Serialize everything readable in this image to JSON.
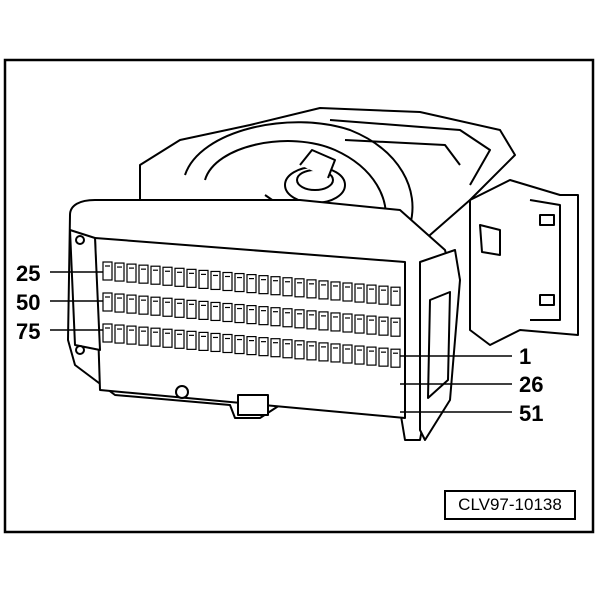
{
  "labels": {
    "left": [
      "25",
      "50",
      "75"
    ],
    "right": [
      "1",
      "26",
      "51"
    ]
  },
  "reference_code": "CLV97-10138",
  "colors": {
    "ink": "#000000",
    "paper": "#ffffff"
  }
}
